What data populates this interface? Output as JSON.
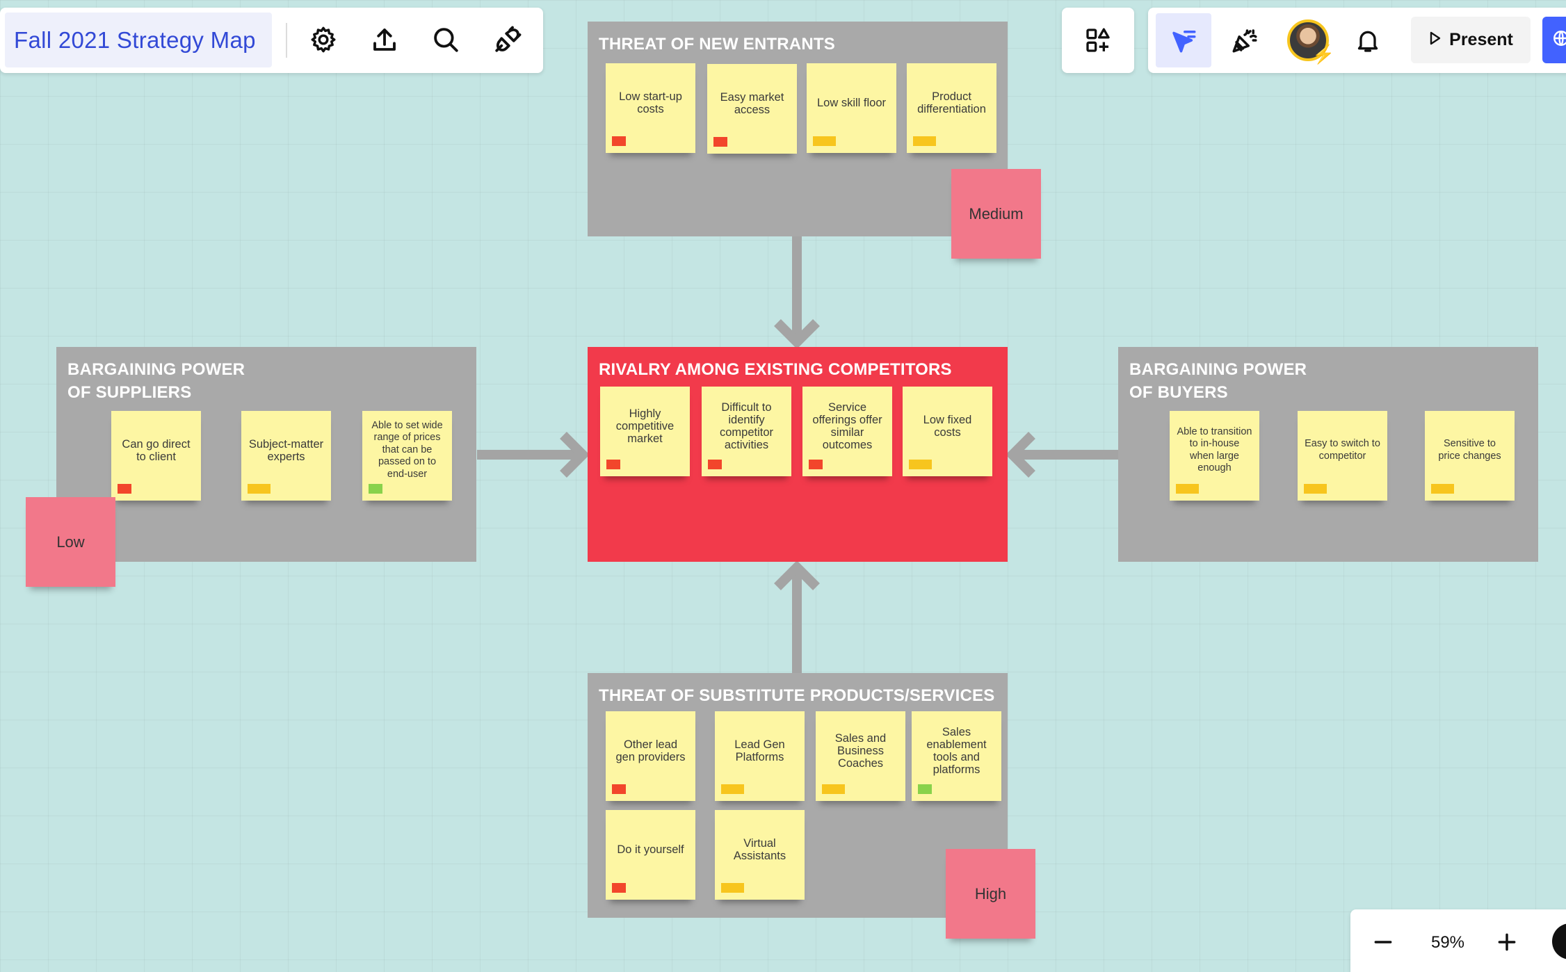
{
  "board": {
    "title": "Fall 2021 Strategy Map",
    "zoom": "59%"
  },
  "toolbar": {
    "present_label": "Present"
  },
  "panels": {
    "new_entrants": {
      "title": "THREAT OF NEW ENTRANTS",
      "rating": "Medium",
      "notes": [
        {
          "text": "Low start-up costs",
          "tag": "red"
        },
        {
          "text": "Easy market access",
          "tag": "red"
        },
        {
          "text": "Low skill floor",
          "tag": "yellow"
        },
        {
          "text": "Product differentiation",
          "tag": "yellow"
        }
      ]
    },
    "rivalry": {
      "title": "RIVALRY AMONG EXISTING COMPETITORS",
      "notes": [
        {
          "text": "Highly competitive market",
          "tag": "red"
        },
        {
          "text": "Difficult to identify competitor activities",
          "tag": "red"
        },
        {
          "text": "Service offerings offer similar outcomes",
          "tag": "red"
        },
        {
          "text": "Low fixed costs",
          "tag": "yellow"
        }
      ]
    },
    "suppliers": {
      "title": "BARGAINING POWER\nOF SUPPLIERS",
      "rating": "Low",
      "notes": [
        {
          "text": "Can go direct to client",
          "tag": "red"
        },
        {
          "text": "Subject-matter experts",
          "tag": "yellow"
        },
        {
          "text": "Able to set wide range of prices that can be passed on to end-user",
          "tag": "green"
        }
      ]
    },
    "buyers": {
      "title": "BARGAINING POWER\nOF BUYERS",
      "notes": [
        {
          "text": "Able to transition to in-house when large enough",
          "tag": "yellow"
        },
        {
          "text": "Easy to switch to competitor",
          "tag": "yellow"
        },
        {
          "text": "Sensitive to price changes",
          "tag": "yellow"
        }
      ]
    },
    "substitutes": {
      "title": "THREAT OF SUBSTITUTE PRODUCTS/SERVICES",
      "rating": "High",
      "notes": [
        {
          "text": "Other lead gen providers",
          "tag": "red"
        },
        {
          "text": "Lead Gen Platforms",
          "tag": "yellow"
        },
        {
          "text": "Sales and Business Coaches",
          "tag": "yellow"
        },
        {
          "text": "Sales enablement tools and platforms",
          "tag": "green"
        },
        {
          "text": "Do it yourself",
          "tag": "red"
        },
        {
          "text": "Virtual Assistants",
          "tag": "yellow"
        }
      ]
    }
  },
  "icons": {
    "settings": "gear-icon",
    "export": "upload-icon",
    "search": "search-icon",
    "integrations": "plug-icon",
    "shapes": "shapes-icon",
    "select": "cursor-icon",
    "celebrate": "party-popper-icon",
    "notifications": "bell-icon",
    "present": "play-icon",
    "zoom_out": "minus-icon",
    "zoom_in": "plus-icon"
  },
  "colors": {
    "canvas": "#c4e5e3",
    "panel": "#a9a9a9",
    "rivalry_panel": "#f23a4b",
    "sticky": "#fdf6a3",
    "rating_sticky": "#f2788a",
    "accent": "#4262ff",
    "tag_red": "#f2462b",
    "tag_yellow": "#f7c51e",
    "tag_green": "#89d24b"
  }
}
